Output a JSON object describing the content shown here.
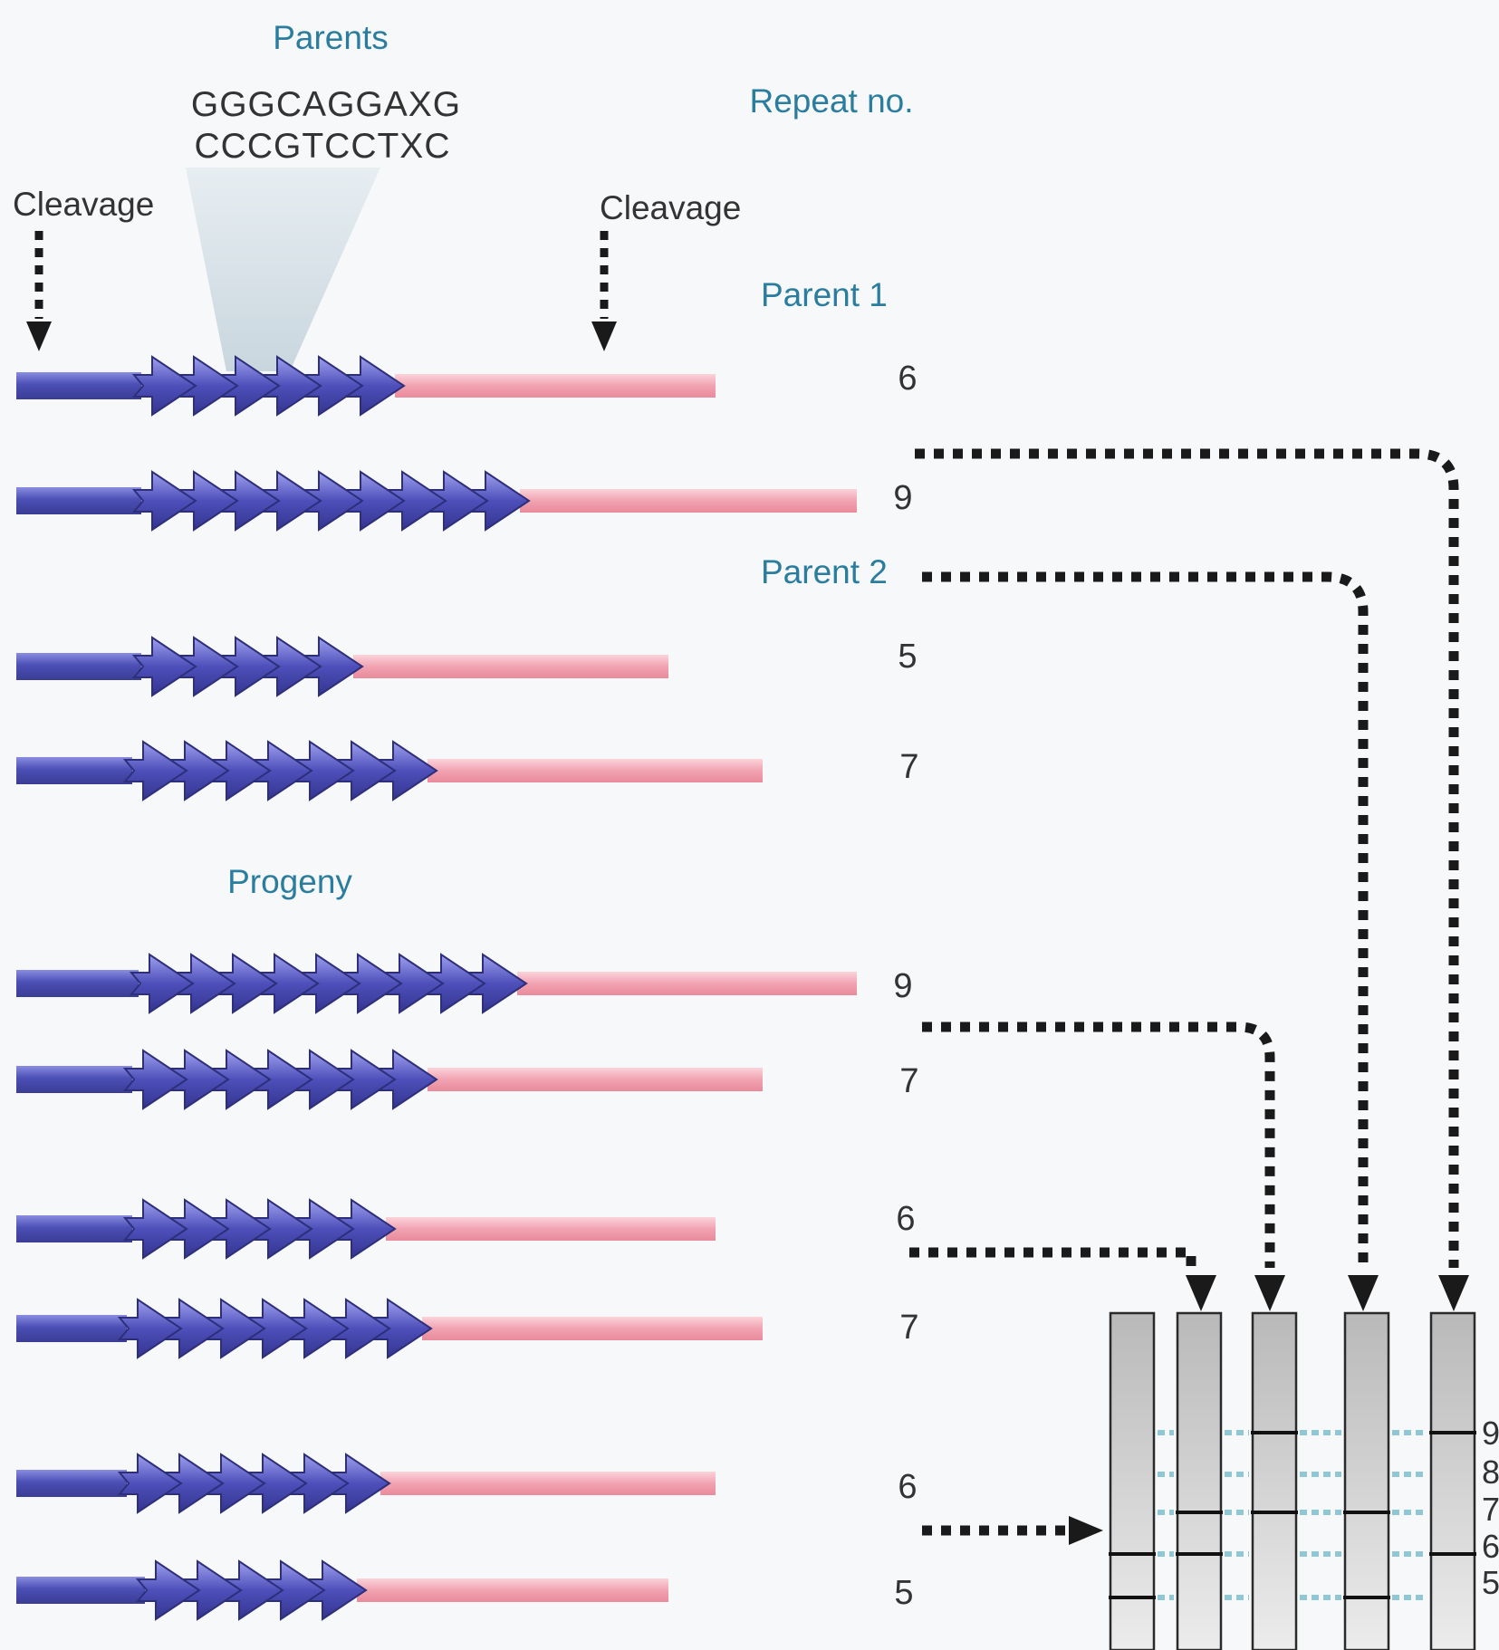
{
  "labels": {
    "parents_heading": "Parents",
    "seq_top": "GGGCAGGAXG",
    "seq_bottom": "CCCGTCCTXC",
    "repeat_heading": "Repeat no.",
    "cleavage_left": "Cleavage",
    "cleavage_right": "Cleavage",
    "parent1": "Parent 1",
    "parent2": "Parent 2",
    "progeny_heading": "Progeny"
  },
  "colors": {
    "heading_blue": "#2a7d9e",
    "text_dark": "#333333",
    "flank_blue": "#4c4fb5",
    "repeat_blue": "#4e4fba",
    "flank_pink": "#f1a3b1",
    "band_cyan": "#8fc7d4",
    "gel_lane": "#cfcfcf",
    "dots": "#1a1a1a"
  },
  "molecules": [
    {
      "group": "parent1",
      "repeats": 6,
      "label": "6"
    },
    {
      "group": "parent1",
      "repeats": 9,
      "label": "9"
    },
    {
      "group": "parent2",
      "repeats": 5,
      "label": "5"
    },
    {
      "group": "parent2",
      "repeats": 7,
      "label": "7"
    },
    {
      "group": "progeny",
      "repeats": 9,
      "label": "9"
    },
    {
      "group": "progeny",
      "repeats": 7,
      "label": "7"
    },
    {
      "group": "progeny",
      "repeats": 6,
      "label": "6"
    },
    {
      "group": "progeny",
      "repeats": 7,
      "label": "7"
    },
    {
      "group": "progeny",
      "repeats": 6,
      "label": "6"
    },
    {
      "group": "progeny",
      "repeats": 5,
      "label": "5"
    }
  ],
  "gel": {
    "size_labels": [
      "9",
      "8",
      "7",
      "6",
      "5"
    ],
    "lanes": [
      {
        "bands": [
          6,
          5
        ]
      },
      {
        "bands": [
          7,
          6
        ]
      },
      {
        "bands": [
          9,
          7
        ]
      },
      {
        "bands": [
          7,
          5
        ]
      },
      {
        "bands": [
          9,
          6
        ]
      }
    ]
  }
}
